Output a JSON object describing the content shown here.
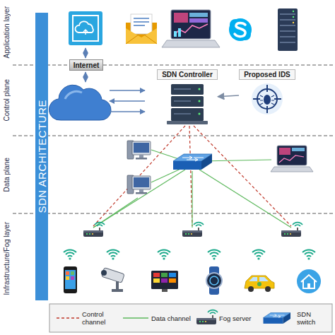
{
  "diagram": {
    "nodes": [
      {
        "text": [
          "SDN ARCHITECTURE"
        ]
      },
      {
        "text": [
          "Internet"
        ]
      },
      {
        "text": [
          "SDN Controller"
        ]
      },
      {
        "text": [
          "Proposed IDS"
        ]
      }
    ],
    "edges": [
      {
        "from": 3,
        "to": 2,
        "arrow": "to"
      }
    ],
    "labels": [
      "Application layer",
      "Control plane",
      "Data plane",
      "Infrastructure/Fog layer"
    ],
    "legend": [
      {
        "text": "Control channel"
      },
      {
        "text": "Data channel"
      },
      {
        "text": "Fog server"
      },
      {
        "text": "SDN switch"
      }
    ]
  }
}
